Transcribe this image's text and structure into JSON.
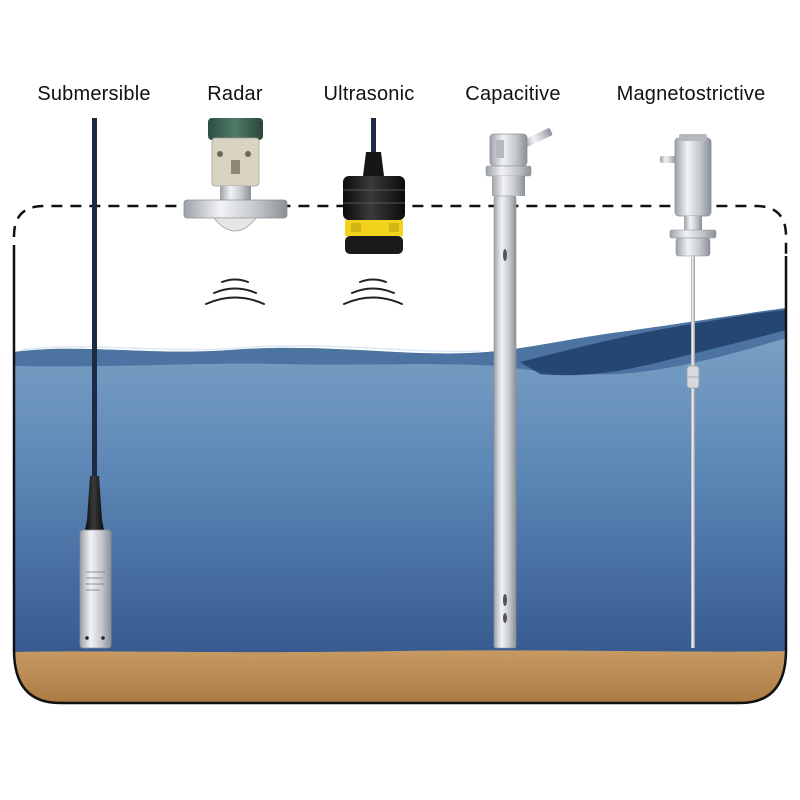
{
  "sensors": [
    {
      "id": "submersible",
      "label": "Submersible"
    },
    {
      "id": "radar",
      "label": "Radar"
    },
    {
      "id": "ultrasonic",
      "label": "Ultrasonic"
    },
    {
      "id": "capacitive",
      "label": "Capacitive"
    },
    {
      "id": "magnetostrictive",
      "label": "Magnetostrictive"
    }
  ],
  "colors": {
    "water_top": "#7fa6c8",
    "water_bottom": "#2d4f86",
    "wave_dark": "#1f3e68",
    "sediment": "#b88a55",
    "tank_outline": "#111111",
    "cable": "#1e2a44",
    "steel": "#c9ccd0"
  }
}
